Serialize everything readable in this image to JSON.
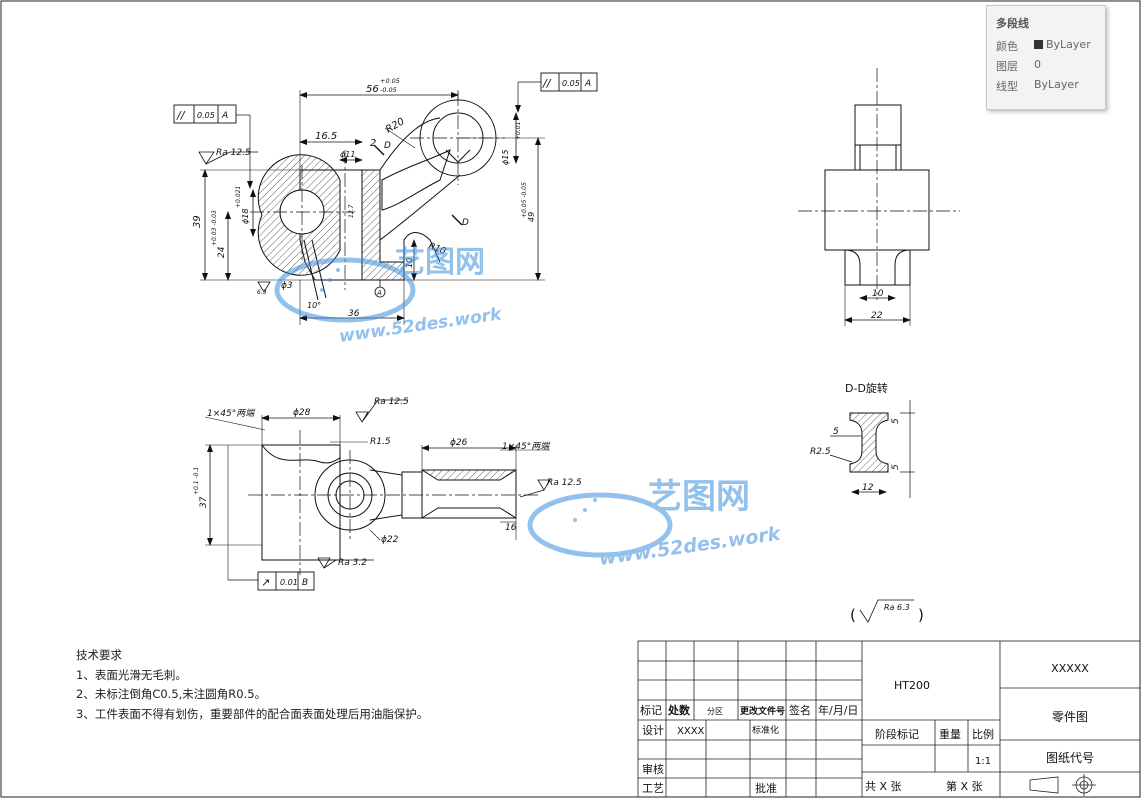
{
  "tooltip": {
    "title": "多段线",
    "rows": [
      {
        "label": "颜色",
        "value": "ByLayer"
      },
      {
        "label": "图层",
        "value": "0"
      },
      {
        "label": "线型",
        "value": "ByLayer"
      }
    ]
  },
  "tech_requirements": {
    "heading": "技术要求",
    "items": [
      "1、表面光滑无毛刺。",
      "2、未标注倒角C0.5,未注圆角R0.5。",
      "3、工件表面不得有划伤，重要部件的配合面表面处理后用油脂保护。"
    ]
  },
  "watermark": {
    "brand": "艺图网",
    "url": "www.52des.work"
  },
  "dims": {
    "d56": "56",
    "d56_up": "+0.05",
    "d56_lo": "-0.05",
    "d16_5": "16.5",
    "d2": "2",
    "dR20": "R20",
    "dDa": "D",
    "dphi11": "ϕ11",
    "dphi15": "ϕ15",
    "dphi15_tol": "+0.01",
    "d39": "39",
    "d24": "24",
    "d24_tol": "+0.03 -0.03",
    "dphi18": "ϕ18",
    "dphi18_tol": "+0.021",
    "d49": "49",
    "d49_tol": "+0.05 -0.05",
    "dR10": "R10",
    "d10a": "10",
    "dDb": "D",
    "dphi3": "ϕ3",
    "d10deg": "10°",
    "d36": "36",
    "dA": "A",
    "d12_7": "12.7",
    "d6_3": "6.3",
    "ra12_5a": "Ra 12.5",
    "ra12_5b": "Ra 12.5",
    "ra12_5c": "Ra 12.5",
    "ra3_2": "Ra 3.2",
    "ra6_3": "Ra 6.3",
    "fcf1_sym": "//",
    "fcf1_val": "0.05",
    "fcf1_ref": "A",
    "fcf2_sym": "//",
    "fcf2_val": "0.05",
    "fcf2_ref": "A",
    "fcf3_sym": "↗",
    "fcf3_val": "0.01",
    "fcf3_ref": "B",
    "d10b": "10",
    "d22": "22",
    "chamfer1": "1×45°两端",
    "chamfer2": "1×45°两端",
    "dphi28": "ϕ28",
    "dR1_5": "R1.5",
    "dphi26": "ϕ26",
    "d37": "37",
    "d37_tol": "+0.1 -0.1",
    "dphi22": "ϕ22",
    "d16": "16",
    "dB": "B",
    "section_title": "D-D旋转",
    "s5a": "5",
    "s5b": "5",
    "s5c": "5",
    "sR2_5": "R2.5",
    "s12": "12",
    "paren_l": "(",
    "paren_r": ")"
  },
  "title_block": {
    "material": "HT200",
    "company": "XXXXX",
    "part_name": "零件图",
    "drawing_no": "图纸代号",
    "mark": "标记",
    "count": "处数",
    "zone": "分区",
    "doc_no": "更改文件号",
    "sign": "签名",
    "date": "年/月/日",
    "design": "设计",
    "design_val": "XXXX",
    "standardize": "标准化",
    "stage_mark": "阶段标记",
    "weight": "重量",
    "scale": "比例",
    "scale_val": "1:1",
    "review": "审核",
    "process": "工艺",
    "approve": "批准",
    "total": "共 X 张",
    "sheet": "第 X 张"
  }
}
